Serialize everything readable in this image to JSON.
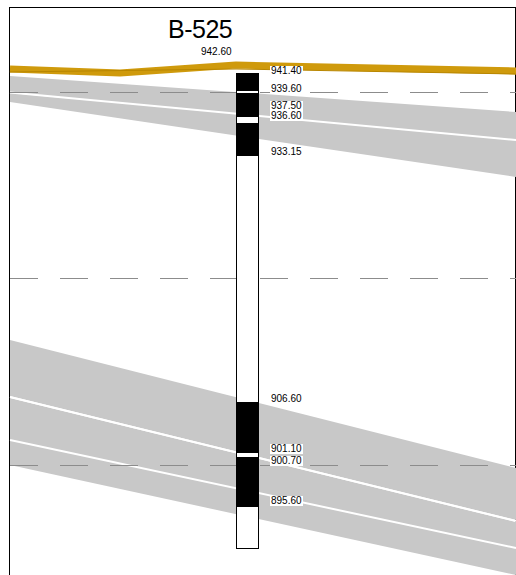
{
  "diagram": {
    "title": "B-525",
    "labels": [
      "942.60",
      "941.40",
      "939.60",
      "937.50",
      "936.60",
      "933.15",
      "906.60",
      "901.10",
      "900.70",
      "895.60"
    ]
  }
}
